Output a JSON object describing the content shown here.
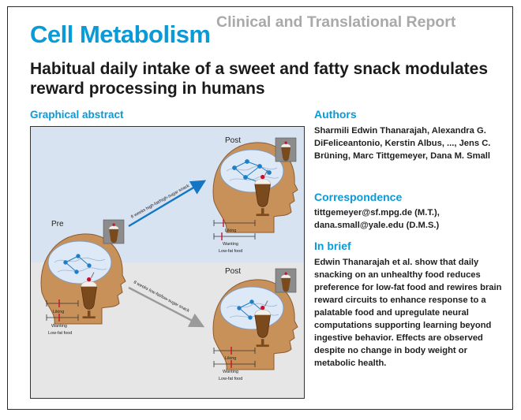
{
  "header": {
    "journal": "Cell Metabolism",
    "report_type": "Clinical and Translational Report",
    "title": "Habitual daily intake of a sweet and fatty snack modulates reward processing in humans"
  },
  "graphical_abstract": {
    "heading": "Graphical abstract",
    "pre_label": "Pre",
    "post_label_top": "Post",
    "post_label_bottom": "Post",
    "arrow_top_label": "8 weeks high-fat/high-sugar snack",
    "arrow_bottom_label": "8 weeks low-fat/low-sugar snack",
    "liking_label": "Liking",
    "wanting_label": "Wanting",
    "food_label": "Low-fat food",
    "colors": {
      "top_bg": "#d8e3f1",
      "bottom_bg": "#e6e6e6",
      "skin": "#c8915a",
      "brain": "#dde9f7",
      "network": "#1d7fc8",
      "arrow": "#1577c4"
    }
  },
  "authors": {
    "heading": "Authors",
    "text": "Sharmili Edwin Thanarajah, Alexandra G. DiFeliceantonio, Kerstin Albus, ..., Jens C. Brüning, Marc Tittgemeyer, Dana M. Small"
  },
  "correspondence": {
    "heading": "Correspondence",
    "text": "tittgemeyer@sf.mpg.de (M.T.), dana.small@yale.edu (D.M.S.)"
  },
  "in_brief": {
    "heading": "In brief",
    "text": "Edwin Thanarajah et al. show that daily snacking on an unhealthy food reduces preference for low-fat food and rewires brain reward circuits to enhance response to a palatable food and upregulate neural computations supporting learning beyond ingestive behavior. Effects are observed despite no change in body weight or metabolic health."
  }
}
